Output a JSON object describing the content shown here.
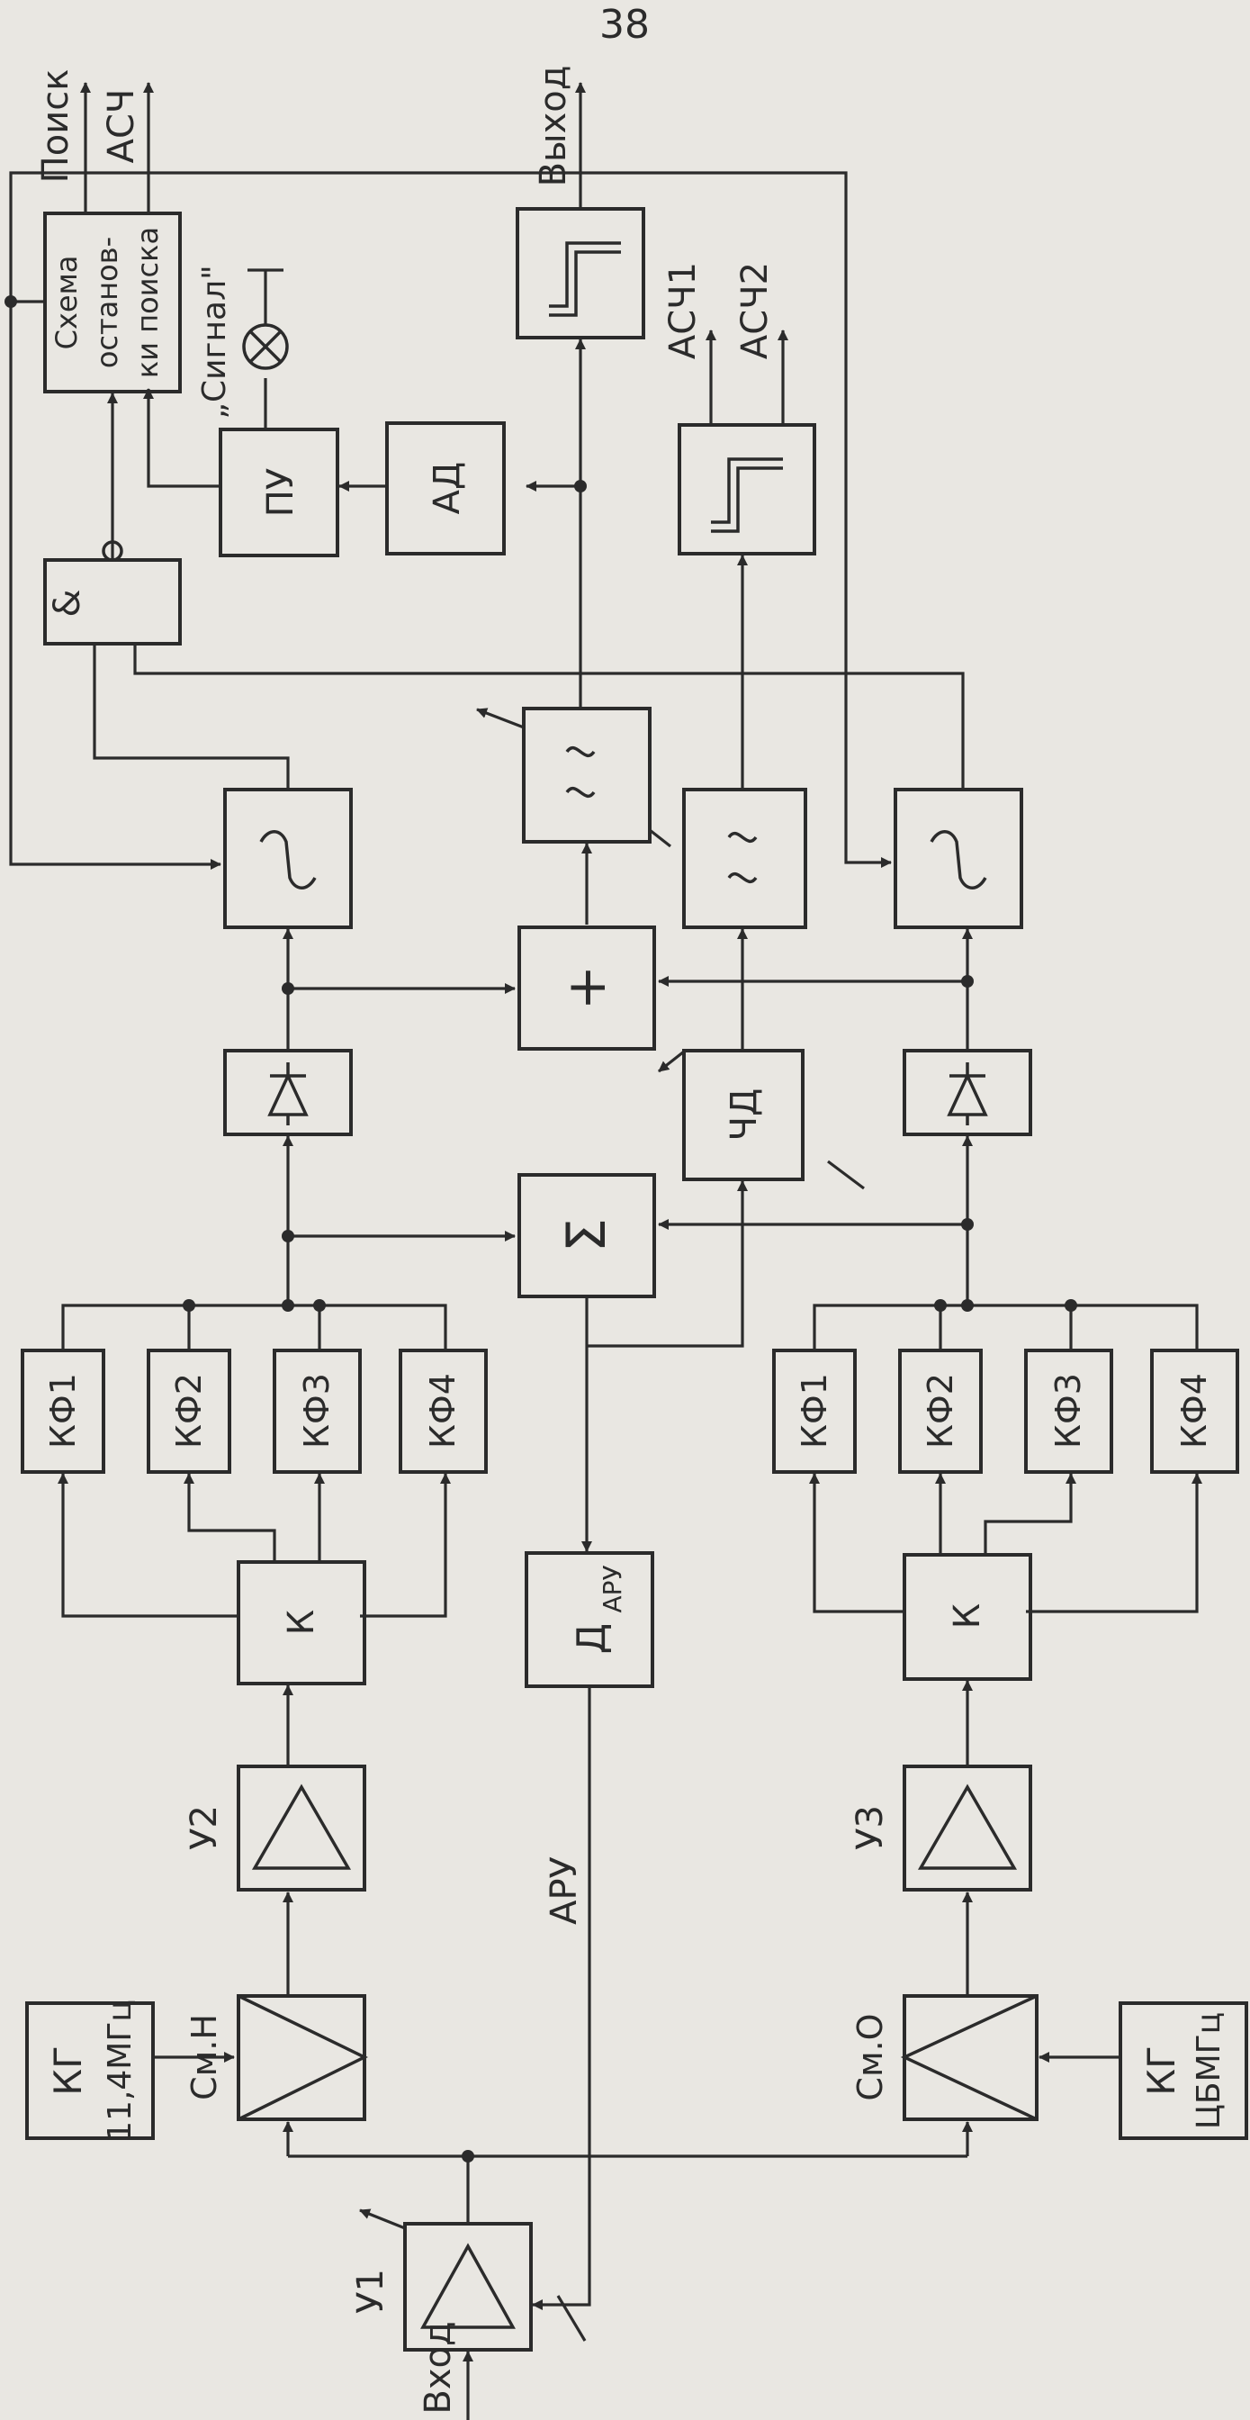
{
  "page_number": "38",
  "inputs": {
    "input_label": "Вход",
    "agc_label": "АРУ"
  },
  "outputs": {
    "output_label": "Выход",
    "search_label": "Поиск",
    "afc_label": "АСЧ",
    "afc1_label": "АСЧ1",
    "afc2_label": "АСЧ2"
  },
  "blocks": {
    "u1": "У1",
    "u2": "У2",
    "u3": "У3",
    "mixer_n_label": "См.Н",
    "mixer_o_label": "См.О",
    "osc_n_line1": "КГ",
    "osc_n_line2": "11,4МГц",
    "osc_o_line1": "КГ",
    "osc_o_line2": "ЦБМГц",
    "switch_top": "К",
    "switch_bottom": "К",
    "filters_top": [
      "КФ1",
      "КФ2",
      "КФ3",
      "КФ4"
    ],
    "filters_bottom": [
      "КФ1",
      "КФ2",
      "КФ3",
      "КФ4"
    ],
    "agc_detector_main": "Д",
    "agc_detector_sub": "АРУ",
    "sum_symbol": "Σ",
    "adder_symbol": "+",
    "freq_detector": "ЧД",
    "amp_detector": "АД",
    "threshold_device": "ПУ",
    "and_gate": "&",
    "stop_line1": "Схема",
    "stop_line2": "останов-",
    "stop_line3": "ки поиска",
    "signal_lamp_label": "„Сигнал\""
  }
}
